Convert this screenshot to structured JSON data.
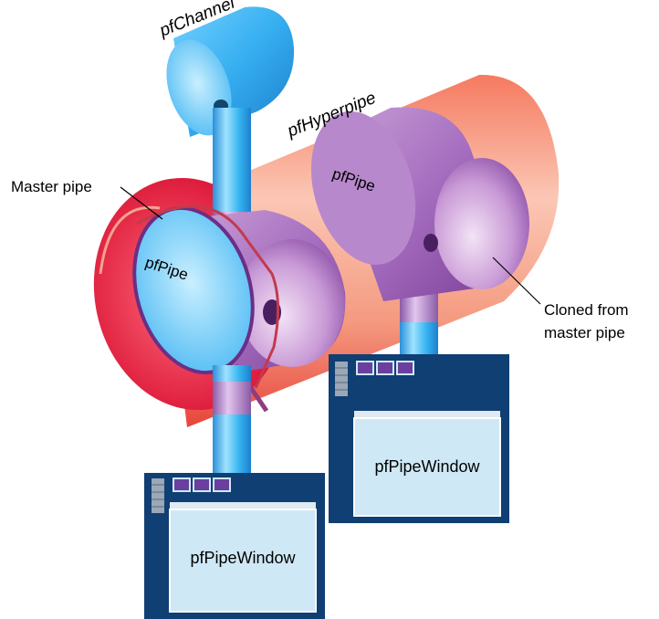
{
  "labels": {
    "channel": "pfChannel",
    "hyperpipe": "pfHyperpipe",
    "master_pipe_callout": "Master pipe",
    "pipe_master": "pfPipe",
    "pipe_clone": "pfPipe",
    "cloned_callout_line1": "Cloned from",
    "cloned_callout_line2": "master pipe",
    "window_right": "pfPipeWindow",
    "window_left": "pfPipeWindow"
  },
  "colors": {
    "hyperpipe_outer": "#f28a72",
    "hyperpipe_inner": "#e3143a",
    "channel_blue": "#33b0f0",
    "pipe_purple": "#a86fc0",
    "window_frame": "#0f3f73",
    "window_client": "#cfe8f6"
  }
}
